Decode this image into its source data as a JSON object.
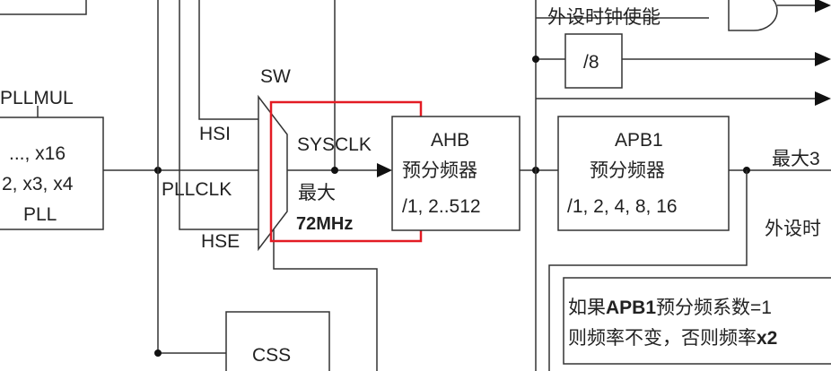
{
  "blocks": {
    "pll": {
      "mul_label": "PLLMUL",
      "line1": "..., x16",
      "line2": "2, x3, x4",
      "line3": "PLL"
    },
    "mux": {
      "label": "SW",
      "in_hsi": "HSI",
      "in_pllclk": "PLLCLK",
      "in_hse": "HSE"
    },
    "sysclk": {
      "label": "SYSCLK",
      "max_label": "最大",
      "max_value": "72MHz"
    },
    "ahb": {
      "line1": "AHB",
      "line2": "预分频器",
      "line3": "/1, 2..512"
    },
    "apb1": {
      "line1": "APB1",
      "line2": "预分频器",
      "line3": "/1, 2, 4, 8, 16"
    },
    "div8": {
      "label": "/8"
    },
    "css": {
      "label": "CSS"
    },
    "peripheral_clock_enable": "外设时钟使能",
    "apb1_max_label": "最大3",
    "peripheral_time_label": "外设时",
    "note": {
      "line1_pre": "如果",
      "line1_bold": "APB1",
      "line1_post": "预分频系数=1",
      "line2_pre": "则频率不变，否则频率",
      "line2_bold": "x2"
    }
  },
  "colors": {
    "highlight": "#e31b23",
    "line": "#333333",
    "background": "#ffffff"
  }
}
